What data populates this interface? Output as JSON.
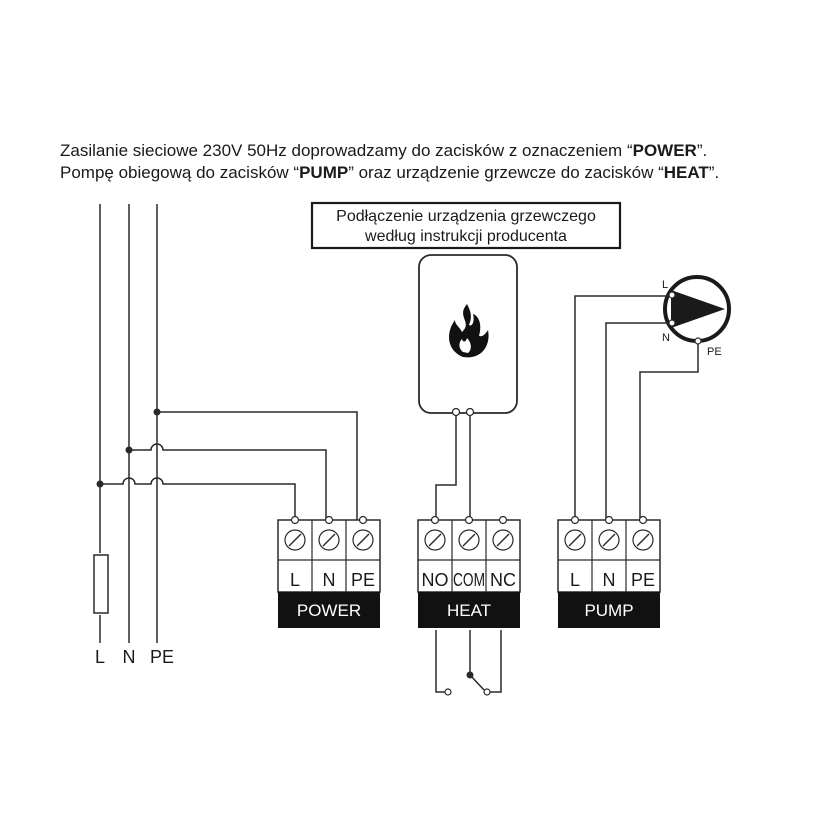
{
  "intro": {
    "line1_a": "Zasilanie sieciowe 230V 50Hz doprowadzamy do zacisków z oznaczeniem “",
    "line1_b": "POWER",
    "line1_c": "”.",
    "line2_a": "Pompę obiegową do zacisków “",
    "line2_b": "PUMP",
    "line2_c": "” oraz urządzenie grzewcze do zacisków “",
    "line2_d": "HEAT",
    "line2_e": "”."
  },
  "note_box": {
    "line1": "Podłączenie urządzenia grzewczego",
    "line2": "według instrukcji producenta"
  },
  "supply_lines": [
    "L",
    "N",
    "PE"
  ],
  "blocks": [
    {
      "name": "POWER",
      "terminals": [
        "L",
        "N",
        "PE"
      ]
    },
    {
      "name": "HEAT",
      "terminals": [
        "NO",
        "COM",
        "NC"
      ]
    },
    {
      "name": "PUMP",
      "terminals": [
        "L",
        "N",
        "PE"
      ]
    }
  ],
  "pump_labels": {
    "l": "L",
    "n": "N",
    "pe": "PE"
  },
  "icons": {
    "heater": "flame-icon",
    "pump": "pump-symbol-icon",
    "fuse": "fuse-icon"
  }
}
